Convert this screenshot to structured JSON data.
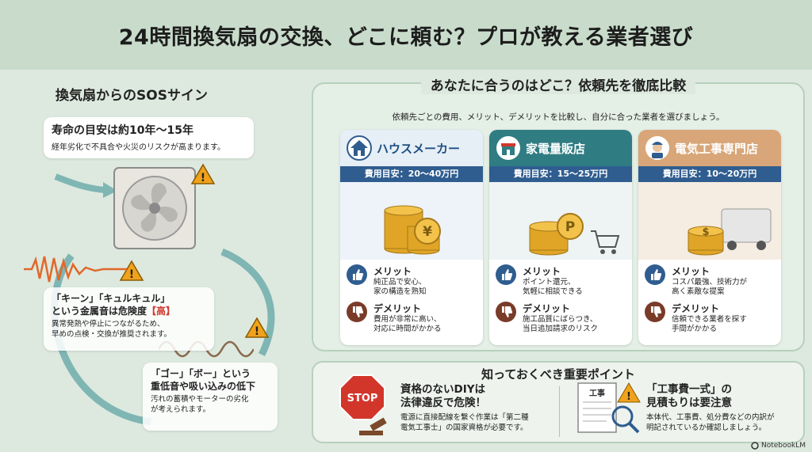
{
  "title": "24時間換気扇の交換、どこに頼む？プロが教える業者選び",
  "left": {
    "title": "換気扇からのSOSサイン",
    "sign1": {
      "heading": "寿命の目安は約10年〜15年",
      "text": "経年劣化で不具合や火災のリスクが高まります。"
    },
    "sign2": {
      "line1": "「キーン」「キュルキュル」",
      "line2_pre": "という金属音は危険度",
      "line2_red": "【高】",
      "text1": "異常発熱や停止につながるため、",
      "text2": "早めの点検・交換が推奨されます。"
    },
    "sign3": {
      "line1": "「ゴー」「ボー」という",
      "line2": "重低音や吸い込みの低下",
      "text1": "汚れの蓄積やモーターの劣化",
      "text2": "が考えられます。"
    }
  },
  "compare": {
    "title": "あなたに合うのはどこ？依頼先を徹底比較",
    "subtitle": "依頼先ごとの費用、メリット、デメリットを比較し、自分に合った業者を選びましょう。",
    "cards": [
      {
        "name": "ハウスメーカー",
        "cost": "費用目安：20〜40万円",
        "merit_label": "メリット",
        "merit1": "純正品で安心、",
        "merit2": "家の構造を熟知",
        "demerit_label": "デメリット",
        "demerit1": "費用が非常に高い、",
        "demerit2": "対応に時間がかかる",
        "coin_symbol": "¥"
      },
      {
        "name": "家電量販店",
        "cost": "費用目安：15〜25万円",
        "merit_label": "メリット",
        "merit1": "ポイント還元、",
        "merit2": "気軽に相談できる",
        "demerit_label": "デメリット",
        "demerit1": "施工品質にばらつき、",
        "demerit2": "当日追加請求のリスク",
        "coin_symbol": "P"
      },
      {
        "name": "電気工事専門店",
        "cost": "費用目安：10〜20万円",
        "merit_label": "メリット",
        "merit1": "コスパ最強、技術力が",
        "merit2": "高く素敵な提案",
        "demerit_label": "デメリット",
        "demerit1": "信頼できる業者を探す",
        "demerit2": "手間がかかる",
        "coin_symbol": "$"
      }
    ]
  },
  "points": {
    "title": "知っておくべき重要ポイント",
    "p1": {
      "h1": "資格のないDIYは",
      "h2": "法律違反で危険！",
      "s1": "電源に直接配線を繋ぐ作業は「第二種",
      "s2": "電気工事士」の国家資格が必要です。",
      "sign": "STOP"
    },
    "p2": {
      "h1": "「工事費一式」の",
      "h2": "見積もりは要注意",
      "s1": "本体代、工事費、処分費などの内訳が",
      "s2": "明記されているか確認しましょう。",
      "doc": "工事"
    }
  },
  "footer": "NotebookLM",
  "colors": {
    "accent_blue": "#2f5d8f",
    "teal": "#2f7d83",
    "tan": "#d8a678",
    "red": "#d2362b",
    "gold": "#e0a526"
  }
}
